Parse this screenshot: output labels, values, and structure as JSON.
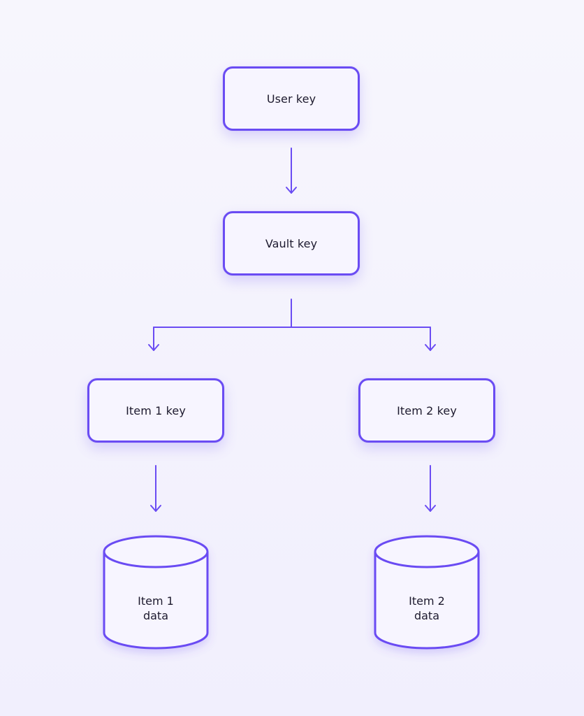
{
  "nodes": {
    "user_key": "User key",
    "vault_key": "Vault key",
    "item1_key": "Item 1 key",
    "item2_key": "Item 2 key",
    "item1_data": [
      "Item 1",
      "data"
    ],
    "item2_data": [
      "Item 2",
      "data"
    ]
  },
  "colors": {
    "accent": "#6a4cf3",
    "text": "#1d1a2e"
  }
}
